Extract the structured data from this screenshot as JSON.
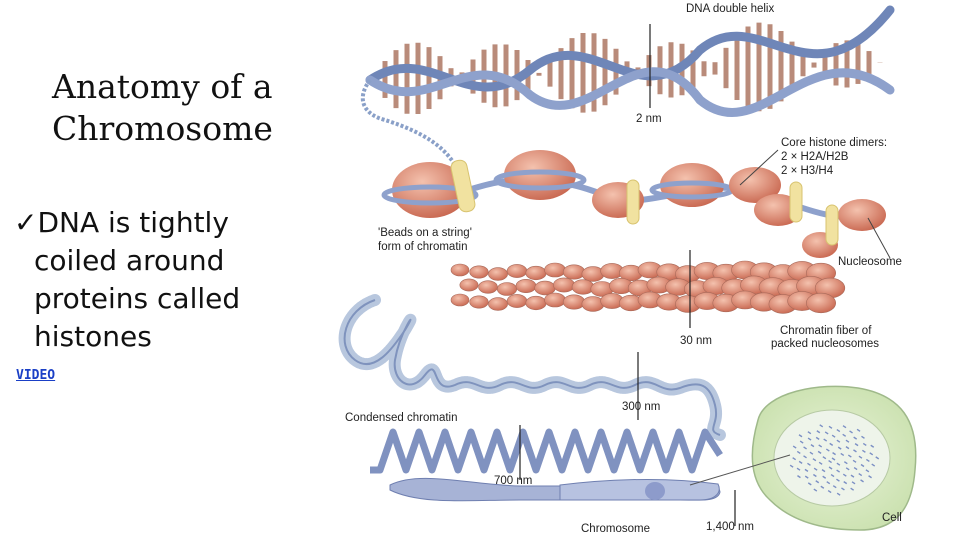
{
  "slide": {
    "title_line1": "Anatomy of a",
    "title_line2": "Chromosome",
    "check_glyph": "✓",
    "bullet_lines": [
      "DNA is tightly",
      "coiled around",
      "proteins called",
      "histones"
    ],
    "video_link": "VIDEO"
  },
  "figure": {
    "labels": {
      "dna_helix": "DNA double helix",
      "two_nm": "2 nm",
      "core_histone_1": "Core histone dimers:",
      "core_histone_2": "2 × H2A/H2B",
      "core_histone_3": "2 × H3/H4",
      "beads_1": "'Beads on a string'",
      "beads_2": "form of chromatin",
      "nucleosome": "Nucleosome",
      "thirty_nm": "30 nm",
      "fiber_1": "Chromatin fiber of",
      "fiber_2": "packed nucleosomes",
      "condensed": "Condensed chromatin",
      "three_hundred_nm": "300 nm",
      "seven_hundred_nm": "700 nm",
      "chromosome": "Chromosome",
      "fourteen_hundred_nm": "1,400 nm",
      "cell": "Cell"
    },
    "colors": {
      "helix": "#6f86b8",
      "rungs": "#b98b7a",
      "histone": "#d98a72",
      "linker": "#f1e2a0",
      "cell_fill": "#d9ebc4",
      "nucleus": "#e9f1e4"
    }
  }
}
